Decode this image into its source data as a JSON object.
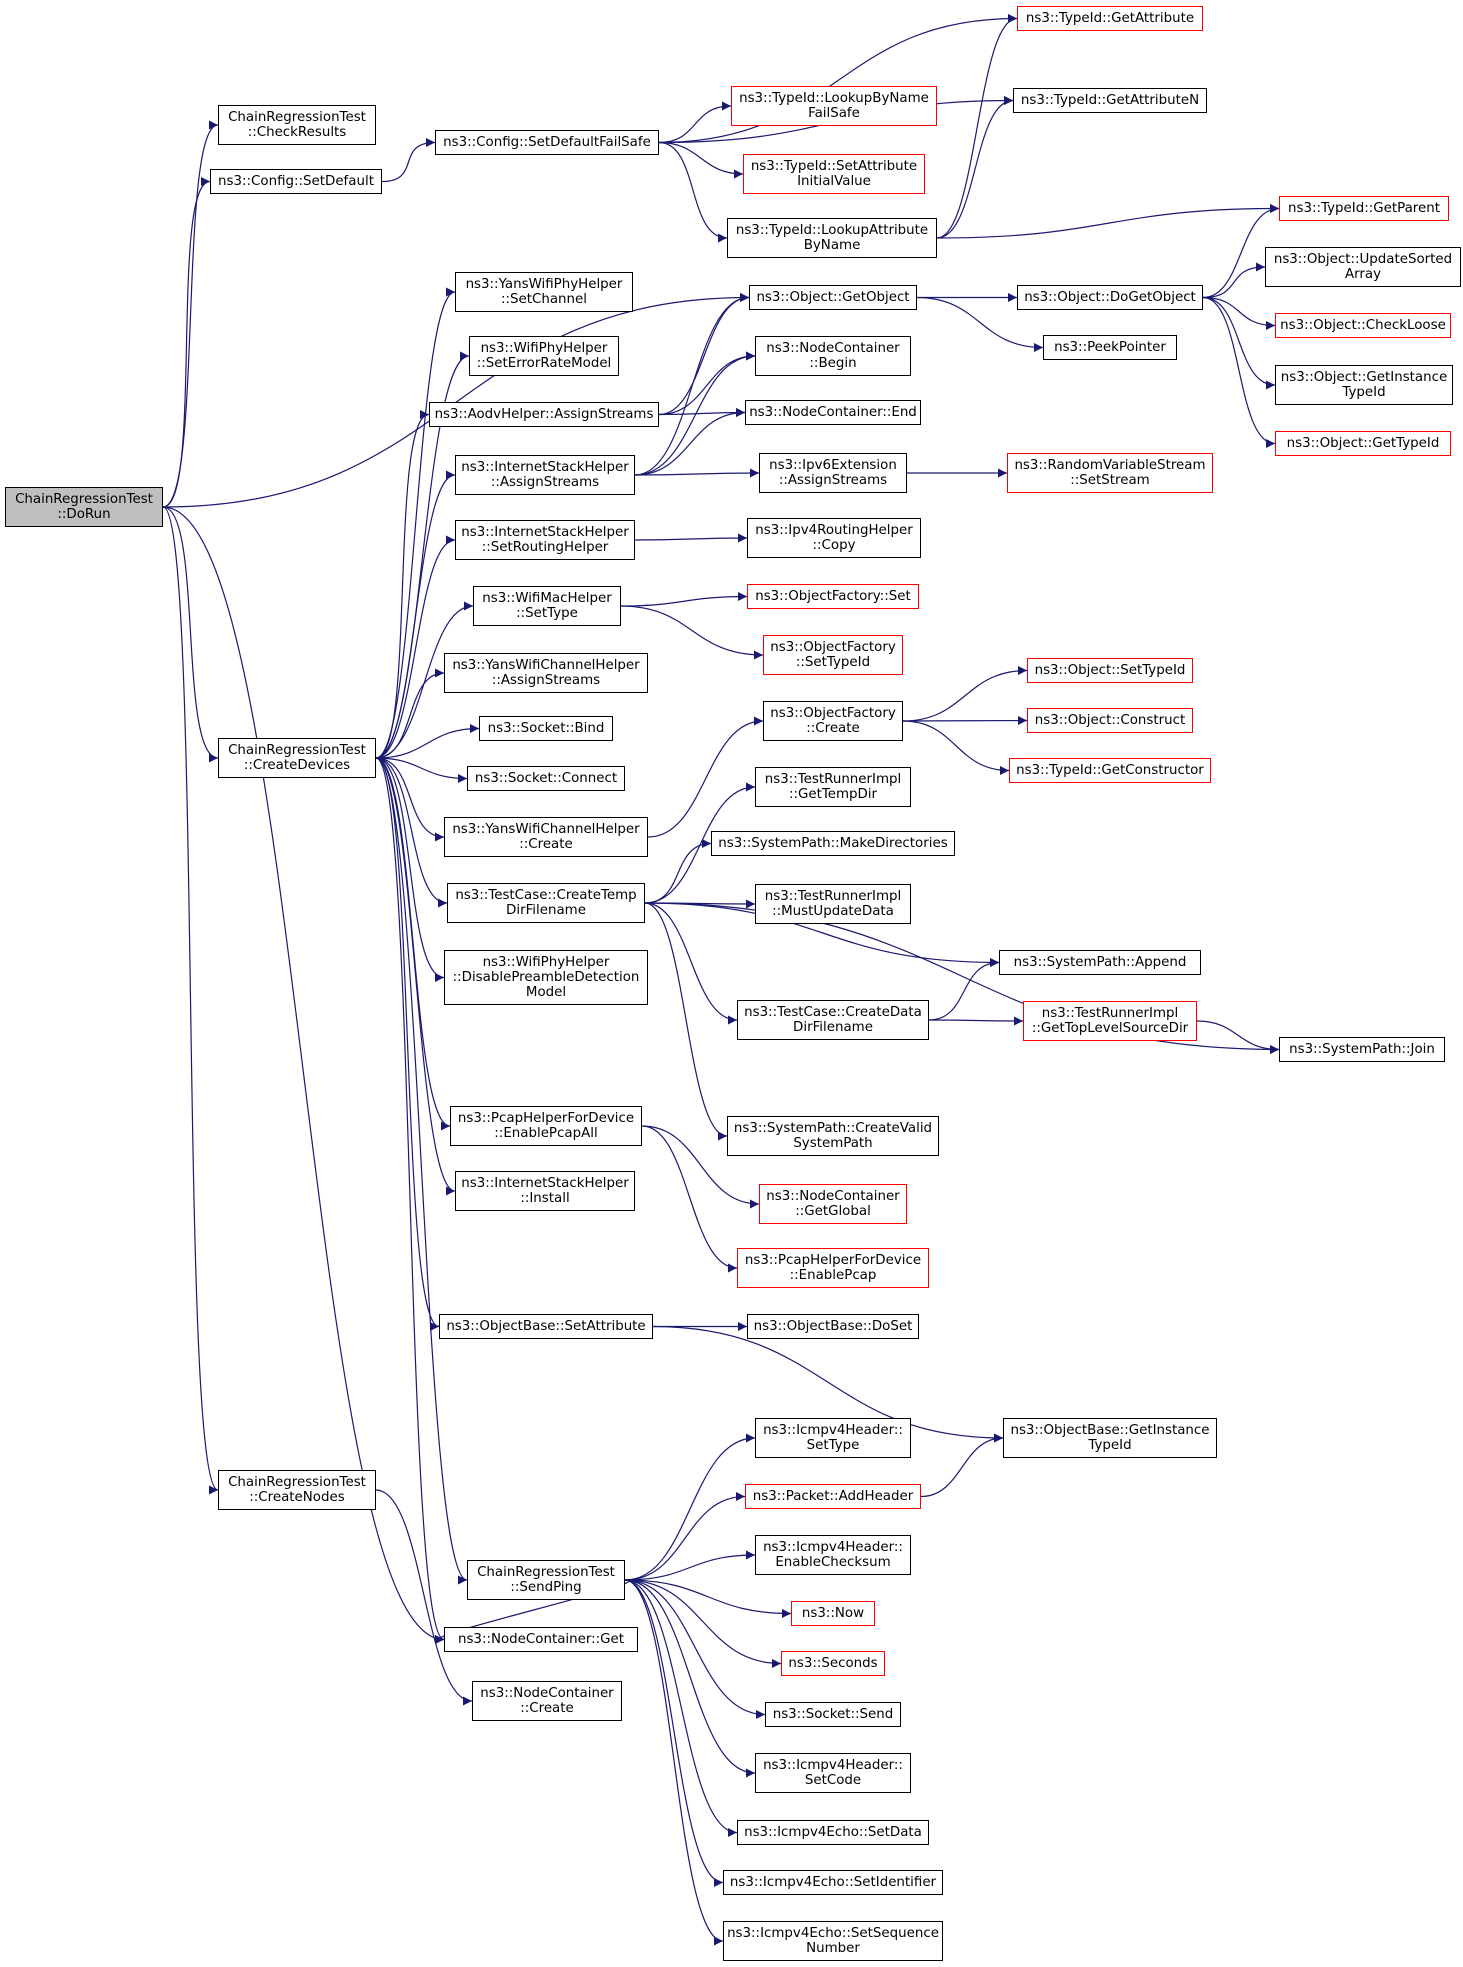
{
  "graph": {
    "nodes": [
      {
        "id": "dorun",
        "lines": [
          "ChainRegressionTest",
          "::DoRun"
        ],
        "style": "focus"
      },
      {
        "id": "checkresults",
        "lines": [
          "ChainRegressionTest",
          "::CheckResults"
        ],
        "style": "normal"
      },
      {
        "id": "config_setdefault",
        "lines": [
          "ns3::Config::SetDefault"
        ],
        "style": "normal"
      },
      {
        "id": "createdevices",
        "lines": [
          "ChainRegressionTest",
          "::CreateDevices"
        ],
        "style": "normal"
      },
      {
        "id": "createnodes",
        "lines": [
          "ChainRegressionTest",
          "::CreateNodes"
        ],
        "style": "normal"
      },
      {
        "id": "setdefaultfailsafe",
        "lines": [
          "ns3::Config::SetDefaultFailSafe"
        ],
        "style": "normal"
      },
      {
        "id": "yans_setchannel",
        "lines": [
          "ns3::YansWifiPhyHelper",
          "::SetChannel"
        ],
        "style": "normal"
      },
      {
        "id": "wifiphy_seterrorrate",
        "lines": [
          "ns3::WifiPhyHelper",
          "::SetErrorRateModel"
        ],
        "style": "normal"
      },
      {
        "id": "aodv_assignstreams",
        "lines": [
          "ns3::AodvHelper::AssignStreams"
        ],
        "style": "normal"
      },
      {
        "id": "inet_assignstreams",
        "lines": [
          "ns3::InternetStackHelper",
          "::AssignStreams"
        ],
        "style": "normal"
      },
      {
        "id": "inet_setrouting",
        "lines": [
          "ns3::InternetStackHelper",
          "::SetRoutingHelper"
        ],
        "style": "normal"
      },
      {
        "id": "wifimac_settype",
        "lines": [
          "ns3::WifiMacHelper",
          "::SetType"
        ],
        "style": "normal"
      },
      {
        "id": "yanschannel_assign",
        "lines": [
          "ns3::YansWifiChannelHelper",
          "::AssignStreams"
        ],
        "style": "normal"
      },
      {
        "id": "socket_bind",
        "lines": [
          "ns3::Socket::Bind"
        ],
        "style": "normal"
      },
      {
        "id": "socket_connect",
        "lines": [
          "ns3::Socket::Connect"
        ],
        "style": "normal"
      },
      {
        "id": "yanschannel_create",
        "lines": [
          "ns3::YansWifiChannelHelper",
          "::Create"
        ],
        "style": "normal"
      },
      {
        "id": "createtempdir",
        "lines": [
          "ns3::TestCase::CreateTemp",
          "DirFilename"
        ],
        "style": "normal"
      },
      {
        "id": "disablepreamble",
        "lines": [
          "ns3::WifiPhyHelper",
          "::DisablePreambleDetection",
          "Model"
        ],
        "style": "normal"
      },
      {
        "id": "enablepcapall",
        "lines": [
          "ns3::PcapHelperForDevice",
          "::EnablePcapAll"
        ],
        "style": "normal"
      },
      {
        "id": "inet_install",
        "lines": [
          "ns3::InternetStackHelper",
          "::Install"
        ],
        "style": "normal"
      },
      {
        "id": "objbase_setattr",
        "lines": [
          "ns3::ObjectBase::SetAttribute"
        ],
        "style": "normal"
      },
      {
        "id": "sendping",
        "lines": [
          "ChainRegressionTest",
          "::SendPing"
        ],
        "style": "normal"
      },
      {
        "id": "nc_get",
        "lines": [
          "ns3::NodeContainer::Get"
        ],
        "style": "normal"
      },
      {
        "id": "nc_create",
        "lines": [
          "ns3::NodeContainer",
          "::Create"
        ],
        "style": "normal"
      },
      {
        "id": "typeid_getattr",
        "lines": [
          "ns3::TypeId::GetAttribute"
        ],
        "style": "red"
      },
      {
        "id": "typeid_getattrn",
        "lines": [
          "ns3::TypeId::GetAttributeN"
        ],
        "style": "normal"
      },
      {
        "id": "typeid_lookupbyname",
        "lines": [
          "ns3::TypeId::LookupByName",
          "FailSafe"
        ],
        "style": "red"
      },
      {
        "id": "typeid_setattrinit",
        "lines": [
          "ns3::TypeId::SetAttribute",
          "InitialValue"
        ],
        "style": "red"
      },
      {
        "id": "typeid_lookupattr",
        "lines": [
          "ns3::TypeId::LookupAttribute",
          "ByName"
        ],
        "style": "normal"
      },
      {
        "id": "obj_getobject",
        "lines": [
          "ns3::Object::GetObject"
        ],
        "style": "normal"
      },
      {
        "id": "nc_begin",
        "lines": [
          "ns3::NodeContainer",
          "::Begin"
        ],
        "style": "normal"
      },
      {
        "id": "nc_end",
        "lines": [
          "ns3::NodeContainer::End"
        ],
        "style": "normal"
      },
      {
        "id": "ipv6ext_assign",
        "lines": [
          "ns3::Ipv6Extension",
          "::AssignStreams"
        ],
        "style": "normal"
      },
      {
        "id": "ipv4routing_copy",
        "lines": [
          "ns3::Ipv4RoutingHelper",
          "::Copy"
        ],
        "style": "normal"
      },
      {
        "id": "objfactory_set",
        "lines": [
          "ns3::ObjectFactory::Set"
        ],
        "style": "red"
      },
      {
        "id": "objfactory_settypeid",
        "lines": [
          "ns3::ObjectFactory",
          "::SetTypeId"
        ],
        "style": "red"
      },
      {
        "id": "objfactory_create",
        "lines": [
          "ns3::ObjectFactory",
          "::Create"
        ],
        "style": "normal"
      },
      {
        "id": "testrunner_gettempdir",
        "lines": [
          "ns3::TestRunnerImpl",
          "::GetTempDir"
        ],
        "style": "normal"
      },
      {
        "id": "syspath_makedirs",
        "lines": [
          "ns3::SystemPath::MakeDirectories"
        ],
        "style": "normal"
      },
      {
        "id": "testrunner_mustupdate",
        "lines": [
          "ns3::TestRunnerImpl",
          "::MustUpdateData"
        ],
        "style": "normal"
      },
      {
        "id": "createdatadir",
        "lines": [
          "ns3::TestCase::CreateData",
          "DirFilename"
        ],
        "style": "normal"
      },
      {
        "id": "syspath_createvalid",
        "lines": [
          "ns3::SystemPath::CreateValid",
          "SystemPath"
        ],
        "style": "normal"
      },
      {
        "id": "nc_getglobal",
        "lines": [
          "ns3::NodeContainer",
          "::GetGlobal"
        ],
        "style": "red"
      },
      {
        "id": "pcap_enablepcap",
        "lines": [
          "ns3::PcapHelperForDevice",
          "::EnablePcap"
        ],
        "style": "red"
      },
      {
        "id": "objbase_doset",
        "lines": [
          "ns3::ObjectBase::DoSet"
        ],
        "style": "normal"
      },
      {
        "id": "icmp_settype",
        "lines": [
          "ns3::Icmpv4Header::",
          "SetType"
        ],
        "style": "normal"
      },
      {
        "id": "packet_addheader",
        "lines": [
          "ns3::Packet::AddHeader"
        ],
        "style": "red"
      },
      {
        "id": "icmp_enablechecksum",
        "lines": [
          "ns3::Icmpv4Header::",
          "EnableChecksum"
        ],
        "style": "normal"
      },
      {
        "id": "now",
        "lines": [
          "ns3::Now"
        ],
        "style": "red"
      },
      {
        "id": "seconds",
        "lines": [
          "ns3::Seconds"
        ],
        "style": "red"
      },
      {
        "id": "socket_send",
        "lines": [
          "ns3::Socket::Send"
        ],
        "style": "normal"
      },
      {
        "id": "icmp_setcode",
        "lines": [
          "ns3::Icmpv4Header::",
          "SetCode"
        ],
        "style": "normal"
      },
      {
        "id": "echo_setdata",
        "lines": [
          "ns3::Icmpv4Echo::SetData"
        ],
        "style": "normal"
      },
      {
        "id": "echo_setid",
        "lines": [
          "ns3::Icmpv4Echo::SetIdentifier"
        ],
        "style": "normal"
      },
      {
        "id": "echo_setseq",
        "lines": [
          "ns3::Icmpv4Echo::SetSequence",
          "Number"
        ],
        "style": "normal"
      },
      {
        "id": "obj_dogetobject",
        "lines": [
          "ns3::Object::DoGetObject"
        ],
        "style": "normal"
      },
      {
        "id": "peekpointer",
        "lines": [
          "ns3::PeekPointer"
        ],
        "style": "normal"
      },
      {
        "id": "randomvar_setstream",
        "lines": [
          "ns3::RandomVariableStream",
          "::SetStream"
        ],
        "style": "red"
      },
      {
        "id": "obj_settypeid",
        "lines": [
          "ns3::Object::SetTypeId"
        ],
        "style": "red"
      },
      {
        "id": "obj_construct",
        "lines": [
          "ns3::Object::Construct"
        ],
        "style": "red"
      },
      {
        "id": "typeid_getconstructor",
        "lines": [
          "ns3::TypeId::GetConstructor"
        ],
        "style": "red"
      },
      {
        "id": "syspath_append",
        "lines": [
          "ns3::SystemPath::Append"
        ],
        "style": "normal"
      },
      {
        "id": "testrunner_gettoplevel",
        "lines": [
          "ns3::TestRunnerImpl",
          "::GetTopLevelSourceDir"
        ],
        "style": "red"
      },
      {
        "id": "objbase_getinstancetypeid",
        "lines": [
          "ns3::ObjectBase::GetInstance",
          "TypeId"
        ],
        "style": "normal"
      },
      {
        "id": "typeid_getparent",
        "lines": [
          "ns3::TypeId::GetParent"
        ],
        "style": "red"
      },
      {
        "id": "obj_updatesorted",
        "lines": [
          "ns3::Object::UpdateSorted",
          "Array"
        ],
        "style": "normal"
      },
      {
        "id": "obj_checkloose",
        "lines": [
          "ns3::Object::CheckLoose"
        ],
        "style": "red"
      },
      {
        "id": "obj_getinstancetypeid",
        "lines": [
          "ns3::Object::GetInstance",
          "TypeId"
        ],
        "style": "normal"
      },
      {
        "id": "obj_gettypeid",
        "lines": [
          "ns3::Object::GetTypeId"
        ],
        "style": "red"
      },
      {
        "id": "syspath_join",
        "lines": [
          "ns3::SystemPath::Join"
        ],
        "style": "normal"
      }
    ],
    "edges": [
      [
        "dorun",
        "checkresults"
      ],
      [
        "dorun",
        "config_setdefault"
      ],
      [
        "dorun",
        "obj_getobject"
      ],
      [
        "dorun",
        "createdevices"
      ],
      [
        "dorun",
        "createnodes"
      ],
      [
        "dorun",
        "nc_get"
      ],
      [
        "config_setdefault",
        "setdefaultfailsafe"
      ],
      [
        "setdefaultfailsafe",
        "typeid_getattr"
      ],
      [
        "setdefaultfailsafe",
        "typeid_getattrn"
      ],
      [
        "setdefaultfailsafe",
        "typeid_lookupbyname"
      ],
      [
        "setdefaultfailsafe",
        "typeid_setattrinit"
      ],
      [
        "setdefaultfailsafe",
        "typeid_lookupattr"
      ],
      [
        "typeid_lookupattr",
        "typeid_getattr"
      ],
      [
        "typeid_lookupattr",
        "typeid_getattrn"
      ],
      [
        "typeid_lookupattr",
        "typeid_getparent"
      ],
      [
        "createdevices",
        "yans_setchannel"
      ],
      [
        "createdevices",
        "wifiphy_seterrorrate"
      ],
      [
        "createdevices",
        "aodv_assignstreams"
      ],
      [
        "createdevices",
        "inet_assignstreams"
      ],
      [
        "createdevices",
        "inet_setrouting"
      ],
      [
        "createdevices",
        "wifimac_settype"
      ],
      [
        "createdevices",
        "yanschannel_assign"
      ],
      [
        "createdevices",
        "socket_bind"
      ],
      [
        "createdevices",
        "socket_connect"
      ],
      [
        "createdevices",
        "yanschannel_create"
      ],
      [
        "createdevices",
        "createtempdir"
      ],
      [
        "createdevices",
        "disablepreamble"
      ],
      [
        "createdevices",
        "enablepcapall"
      ],
      [
        "createdevices",
        "inet_install"
      ],
      [
        "createdevices",
        "objbase_setattr"
      ],
      [
        "createdevices",
        "sendping"
      ],
      [
        "createdevices",
        "nc_get"
      ],
      [
        "createnodes",
        "nc_create"
      ],
      [
        "aodv_assignstreams",
        "obj_getobject"
      ],
      [
        "aodv_assignstreams",
        "nc_begin"
      ],
      [
        "aodv_assignstreams",
        "nc_end"
      ],
      [
        "inet_assignstreams",
        "obj_getobject"
      ],
      [
        "inet_assignstreams",
        "nc_begin"
      ],
      [
        "inet_assignstreams",
        "nc_end"
      ],
      [
        "inet_assignstreams",
        "ipv6ext_assign"
      ],
      [
        "inet_setrouting",
        "ipv4routing_copy"
      ],
      [
        "wifimac_settype",
        "objfactory_set"
      ],
      [
        "wifimac_settype",
        "objfactory_settypeid"
      ],
      [
        "yanschannel_create",
        "objfactory_create"
      ],
      [
        "createtempdir",
        "testrunner_gettempdir"
      ],
      [
        "createtempdir",
        "syspath_makedirs"
      ],
      [
        "createtempdir",
        "testrunner_mustupdate"
      ],
      [
        "createtempdir",
        "syspath_append"
      ],
      [
        "createtempdir",
        "createdatadir"
      ],
      [
        "createtempdir",
        "syspath_join"
      ],
      [
        "createtempdir",
        "syspath_createvalid"
      ],
      [
        "enablepcapall",
        "nc_getglobal"
      ],
      [
        "enablepcapall",
        "pcap_enablepcap"
      ],
      [
        "objbase_setattr",
        "objbase_doset"
      ],
      [
        "objbase_setattr",
        "objbase_getinstancetypeid"
      ],
      [
        "sendping",
        "icmp_settype"
      ],
      [
        "sendping",
        "packet_addheader"
      ],
      [
        "sendping",
        "icmp_enablechecksum"
      ],
      [
        "sendping",
        "now"
      ],
      [
        "sendping",
        "seconds"
      ],
      [
        "sendping",
        "socket_send"
      ],
      [
        "sendping",
        "icmp_setcode"
      ],
      [
        "sendping",
        "echo_setdata"
      ],
      [
        "sendping",
        "echo_setid"
      ],
      [
        "sendping",
        "echo_setseq"
      ],
      [
        "sendping",
        "nc_get"
      ],
      [
        "obj_getobject",
        "obj_dogetobject"
      ],
      [
        "obj_getobject",
        "peekpointer"
      ],
      [
        "obj_dogetobject",
        "typeid_getparent"
      ],
      [
        "obj_dogetobject",
        "obj_updatesorted"
      ],
      [
        "obj_dogetobject",
        "obj_checkloose"
      ],
      [
        "obj_dogetobject",
        "obj_getinstancetypeid"
      ],
      [
        "obj_dogetobject",
        "obj_gettypeid"
      ],
      [
        "ipv6ext_assign",
        "randomvar_setstream"
      ],
      [
        "objfactory_create",
        "obj_settypeid"
      ],
      [
        "objfactory_create",
        "obj_construct"
      ],
      [
        "objfactory_create",
        "typeid_getconstructor"
      ],
      [
        "createdatadir",
        "syspath_append"
      ],
      [
        "createdatadir",
        "testrunner_gettoplevel"
      ],
      [
        "testrunner_gettoplevel",
        "syspath_join"
      ],
      [
        "packet_addheader",
        "objbase_getinstancetypeid"
      ]
    ]
  },
  "colors": {
    "edge": "#191970",
    "node_border": "#000000",
    "node_border_external": "#ff0000",
    "node_fill": "#ffffff",
    "focus_fill": "#bfbfbf"
  }
}
